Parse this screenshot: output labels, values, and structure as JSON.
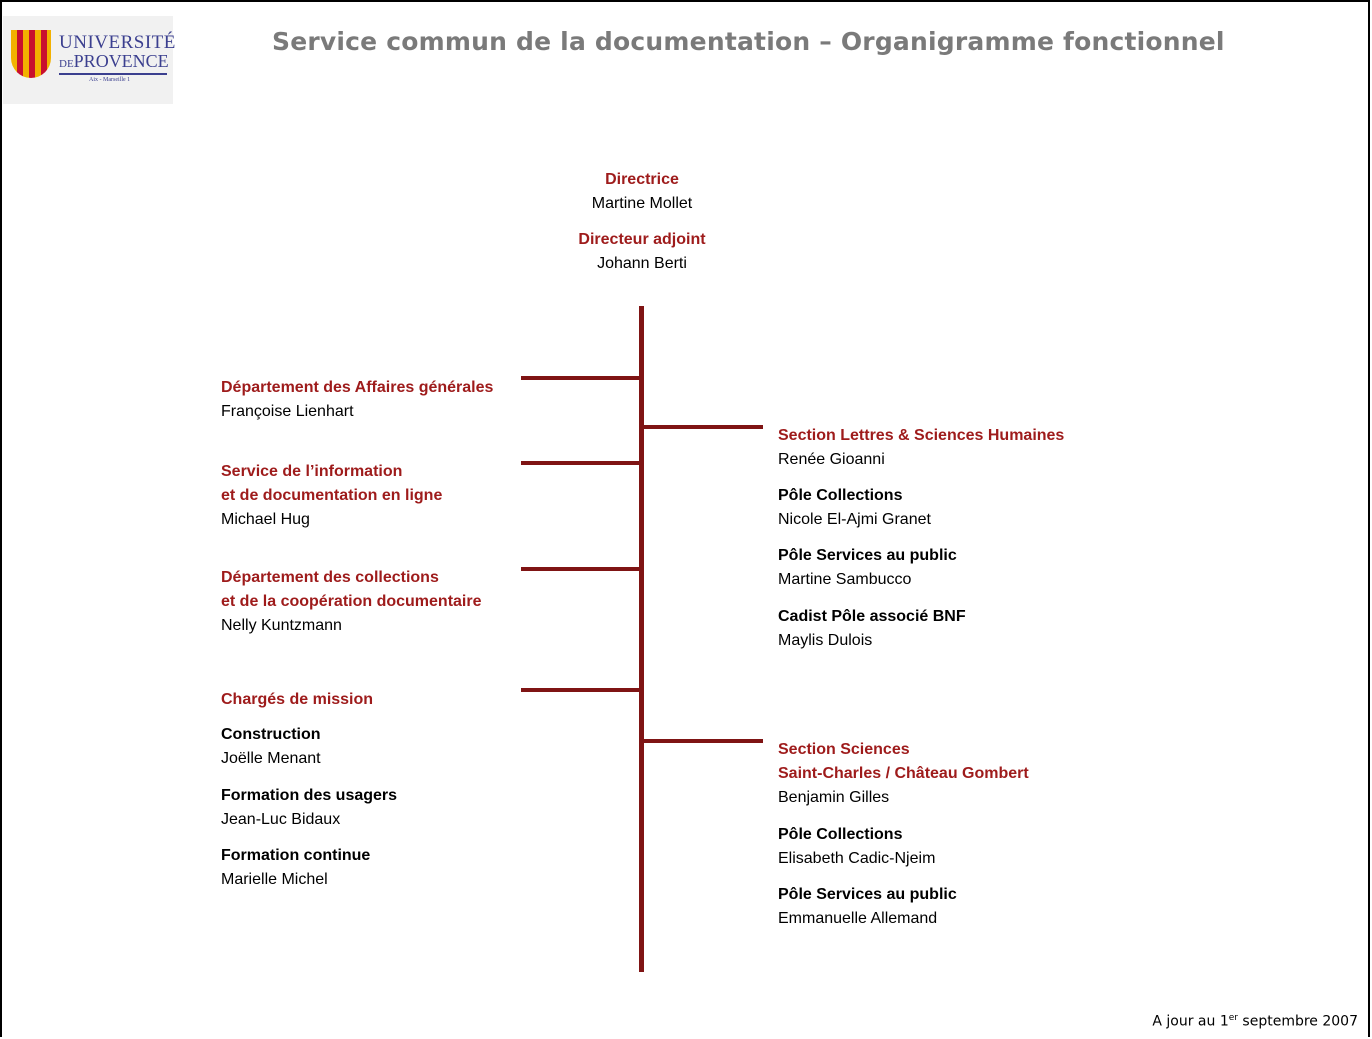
{
  "logo": {
    "line1": "UNIVERSITÉ",
    "line2_prefix": "DE",
    "line2": "PROVENCE",
    "line3": "Aix - Marseille 1"
  },
  "title": "Service commun de la documentation – Organigramme fonctionnel",
  "direction": {
    "directrice_title": "Directrice",
    "directrice_name": "Martine Mollet",
    "adjoint_title": "Directeur adjoint",
    "adjoint_name": "Johann Berti"
  },
  "left": {
    "affaires_title": "Département des Affaires générales",
    "affaires_name": "Françoise Lienhart",
    "info_title_1": "Service de l’information",
    "info_title_2": "et de documentation en ligne",
    "info_name": "Michael Hug",
    "coll_title_1": "Département des collections",
    "coll_title_2": "et de la coopération documentaire",
    "coll_name": "Nelly Kuntzmann",
    "missions_title": "Chargés de mission",
    "missions": [
      {
        "title": "Construction",
        "name": "Joëlle Menant"
      },
      {
        "title": "Formation des usagers",
        "name": "Jean-Luc Bidaux"
      },
      {
        "title": "Formation continue",
        "name": "Marielle Michel"
      }
    ]
  },
  "right": {
    "lsh_title": "Section Lettres & Sciences Humaines",
    "lsh_name": "Renée Gioanni",
    "lsh_poles": [
      {
        "title": "Pôle Collections",
        "name": "Nicole El-Ajmi Granet"
      },
      {
        "title": "Pôle Services au public",
        "name": "Martine Sambucco"
      },
      {
        "title": "Cadist Pôle associé BNF",
        "name": "Maylis Dulois"
      }
    ],
    "sci_title_1": "Section Sciences",
    "sci_title_2": "Saint-Charles / Château Gombert",
    "sci_name": "Benjamin Gilles",
    "sci_poles": [
      {
        "title": "Pôle Collections",
        "name": "Elisabeth Cadic-Njeim"
      },
      {
        "title": "Pôle Services au public",
        "name": "Emmanuelle Allemand"
      }
    ]
  },
  "footer": {
    "prefix": "A jour au 1",
    "sup": "er",
    "suffix": " septembre 2007"
  },
  "colors": {
    "heading_red": "#9e1b1b",
    "connector": "#7f1414",
    "title_gray": "#7a7a7a"
  }
}
